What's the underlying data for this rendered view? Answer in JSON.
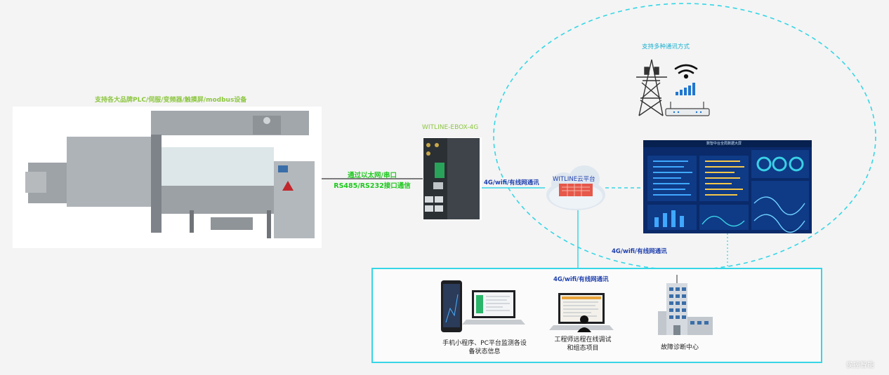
{
  "labels": {
    "plc_support": "支持各大品牌PLC/伺服/变频器/触摸屏/modbus设备",
    "link_line1": "通过以太网/串口",
    "link_line2": "RS485/RS232接口通信",
    "device_name": "WITLINE-EBOX-4G",
    "comm_modes": "支持多种通讯方式",
    "net_left": "4G/wifi/有线网通讯",
    "cloud_name": "WITLINE云平台",
    "net_lower": "4G/wifi/有线网通讯",
    "net_box": "4G/wifi/有线网通讯",
    "monitor_line1": "手机小程序、PC平台监测各设",
    "monitor_line2": "备状态信息",
    "engineer_line1": "工程师远程在线调试",
    "engineer_line2": "和组态项目",
    "diagnosis": "故障诊断中心",
    "dashboard_title": "数智中台全局数据大屏",
    "watermark": "侯控智能"
  },
  "colors": {
    "green_text": "#8cc63f",
    "bright_green": "#1ec81e",
    "blue_text": "#1e3fae",
    "cyan_line": "#35d6e6",
    "dashboard_bg": "#0a2a6a"
  }
}
